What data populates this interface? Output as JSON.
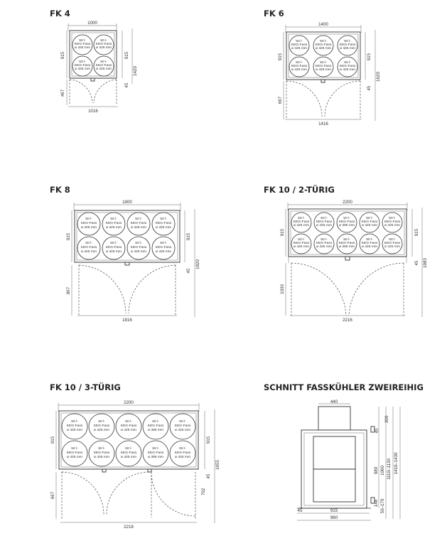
{
  "keg": {
    "l1": "50 l-",
    "l2": "KEG-Fass",
    "d425": "ø 425 mm",
    "d395": "ø 395 mm"
  },
  "fk4": {
    "title": "FK 4",
    "dims": {
      "width": "1000",
      "d915a": "915",
      "d915b": "915",
      "d1420": "1420",
      "d45": "45",
      "d467": "467",
      "d1016": "1016"
    }
  },
  "fk6": {
    "title": "FK 6",
    "dims": {
      "width": "1400",
      "d915a": "915",
      "d915b": "915",
      "d1620": "1620",
      "d45": "45",
      "d667": "667",
      "d1416": "1416"
    }
  },
  "fk8": {
    "title": "FK 8",
    "dims": {
      "width": "1800",
      "d915a": "915",
      "d915b": "915",
      "d1820": "1820",
      "d45": "45",
      "d867": "867",
      "d1816": "1816"
    }
  },
  "fk10_2": {
    "title": "FK 10 / 2-TÜRIG",
    "dims": {
      "width": "2200",
      "d915a": "915",
      "d915b": "915",
      "d1983": "1983",
      "d45": "45",
      "d1030": "1030",
      "d2216": "2216"
    }
  },
  "fk10_3": {
    "title": "FK 10 / 3-TÜRIG",
    "dims": {
      "width": "2200",
      "d915a": "915",
      "d915b": "915",
      "d1655": "1655",
      "d45": "45",
      "d702": "702",
      "d667": "667",
      "d2218": "2218"
    }
  },
  "section": {
    "title": "SCHNITT FASSKÜHLER ZWEIREIHIG",
    "dims": {
      "d440": "440",
      "d300": "300",
      "d45top": "45",
      "d980": "980",
      "d1060": "1060",
      "d1110": "1110–1130",
      "d1410": "1410–1430",
      "d148": "148",
      "d50": "50–170",
      "d45left": "45",
      "d915": "915",
      "d960": "960"
    }
  }
}
